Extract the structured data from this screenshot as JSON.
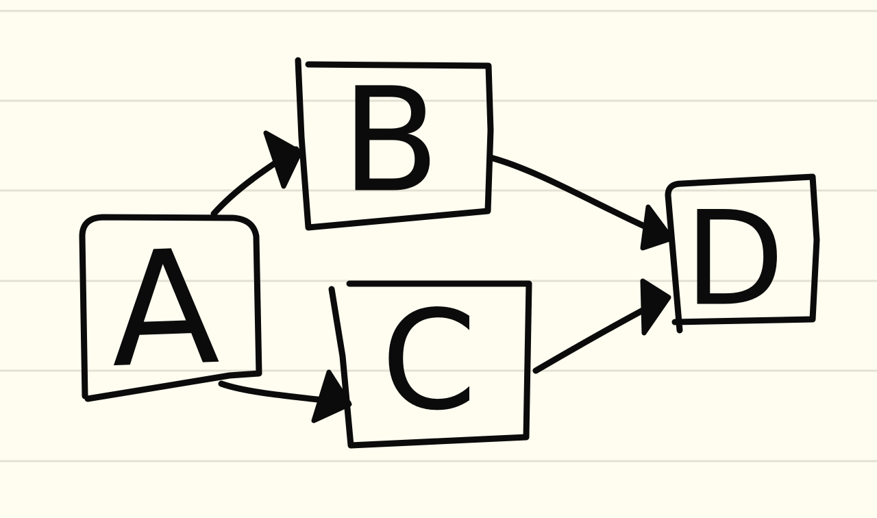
{
  "diagram": {
    "nodes": [
      {
        "id": "A",
        "label": "A"
      },
      {
        "id": "B",
        "label": "B"
      },
      {
        "id": "C",
        "label": "C"
      },
      {
        "id": "D",
        "label": "D"
      }
    ],
    "edges": [
      {
        "from": "A",
        "to": "B"
      },
      {
        "from": "A",
        "to": "C"
      },
      {
        "from": "B",
        "to": "D"
      },
      {
        "from": "C",
        "to": "D"
      }
    ],
    "colors": {
      "paper": "#fffdf0",
      "ink": "#0b0b0b",
      "rule": "#e3e0d4"
    }
  }
}
